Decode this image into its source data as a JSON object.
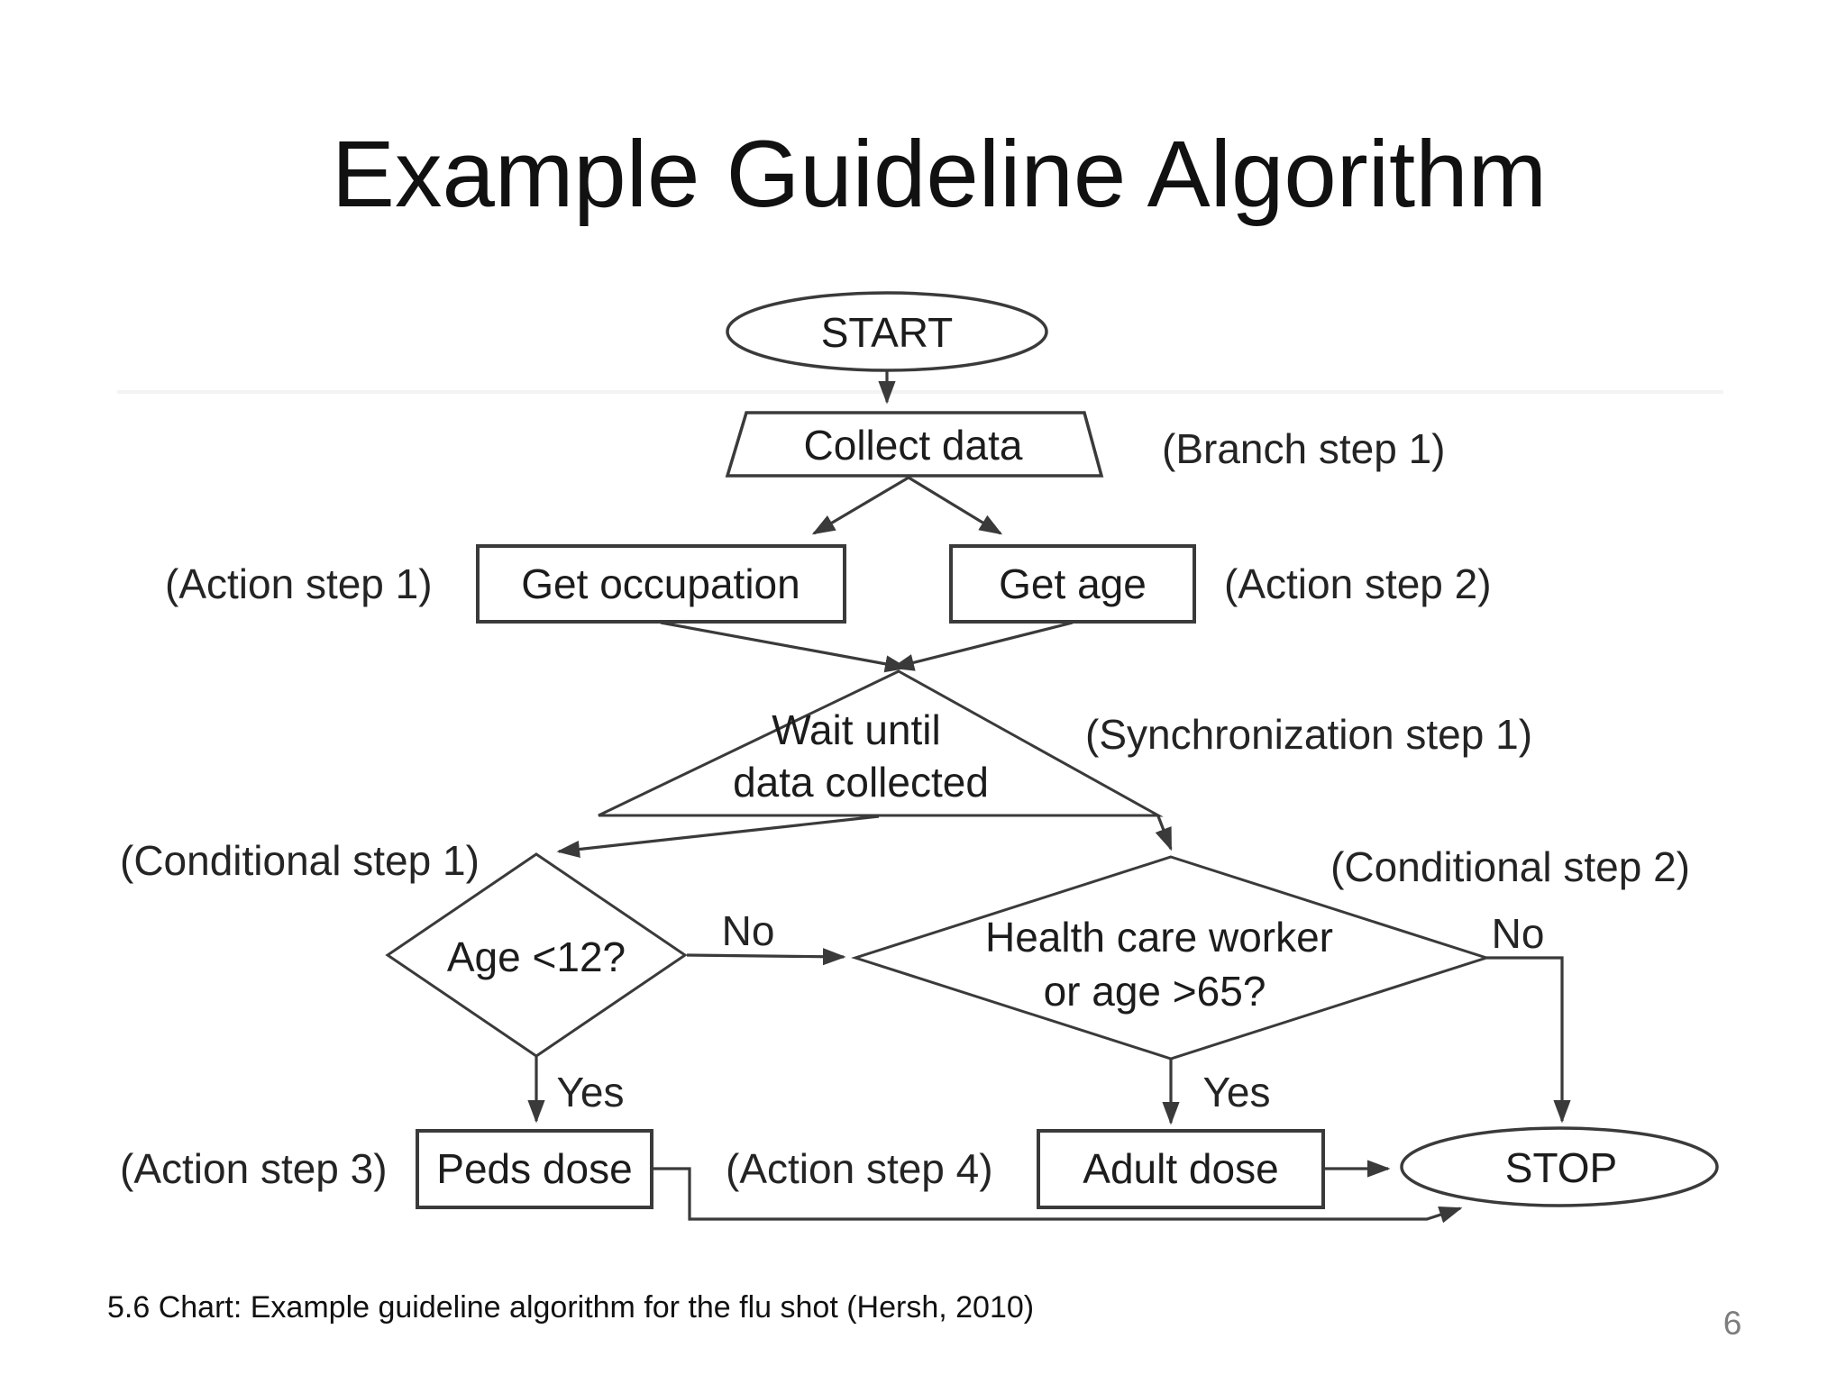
{
  "slide": {
    "title": "Example Guideline Algorithm",
    "caption": "5.6 Chart: Example guideline algorithm for the flu shot (Hersh, 2010)",
    "page_number": "6"
  },
  "flowchart": {
    "nodes": {
      "start": {
        "type": "terminator",
        "label": "START"
      },
      "collect_data": {
        "type": "input",
        "label": "Collect data"
      },
      "get_occupation": {
        "type": "process",
        "label": "Get occupation"
      },
      "get_age": {
        "type": "process",
        "label": "Get age"
      },
      "wait_until": {
        "type": "synchronization",
        "label_line1": "Wait until",
        "label_line2": "data collected"
      },
      "age_lt_12": {
        "type": "decision",
        "label": "Age <12?"
      },
      "hcw_or_age_65": {
        "type": "decision",
        "label_line1": "Health care worker",
        "label_line2": "or age >65?"
      },
      "peds_dose": {
        "type": "process",
        "label": "Peds dose"
      },
      "adult_dose": {
        "type": "process",
        "label": "Adult dose"
      },
      "stop": {
        "type": "terminator",
        "label": "STOP"
      }
    },
    "annotations": {
      "branch_step_1": "(Branch step 1)",
      "action_step_1": "(Action step 1)",
      "action_step_2": "(Action step 2)",
      "synchronization_step_1": "(Synchronization step 1)",
      "conditional_step_1": "(Conditional step 1)",
      "conditional_step_2": "(Conditional step 2)",
      "action_step_3": "(Action step 3)",
      "action_step_4": "(Action step 4)"
    },
    "edge_labels": {
      "age_no": "No",
      "age_yes": "Yes",
      "hcw_no": "No",
      "hcw_yes": "Yes"
    },
    "colors": {
      "line": "#3a3a3a",
      "text": "#1c1c1c",
      "page_number": "#7d7d7d",
      "background": "#ffffff"
    }
  }
}
